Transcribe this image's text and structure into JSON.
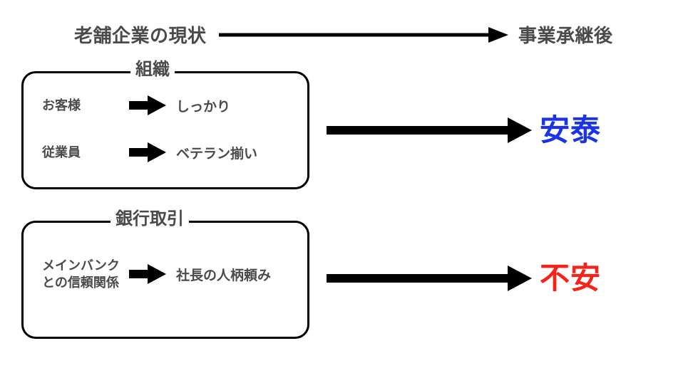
{
  "header": {
    "left_label": "老舗企業の現状",
    "right_label": "事業承継後",
    "arrow_icon": "long-right-arrow-icon"
  },
  "boxes": [
    {
      "id": "organization",
      "title": "組織",
      "rows": [
        {
          "from": "お客様",
          "arrow_icon": "right-arrow-icon",
          "to": "しっかり"
        },
        {
          "from": "従業員",
          "arrow_icon": "right-arrow-icon",
          "to": "ベテラン揃い"
        }
      ]
    },
    {
      "id": "bank-transactions",
      "title": "銀行取引",
      "rows": [
        {
          "from_line1": "メインバンク",
          "from_line2": "との信頼関係",
          "arrow_icon": "right-arrow-icon",
          "to": "社長の人柄頼み"
        }
      ]
    }
  ],
  "results": [
    {
      "id": "stable",
      "arrow_icon": "thick-right-arrow-icon",
      "label": "安泰",
      "color": "#1b33e6"
    },
    {
      "id": "anxiety",
      "arrow_icon": "thick-right-arrow-icon",
      "label": "不安",
      "color": "#f62318"
    }
  ],
  "colors": {
    "text": "#4a4a4a",
    "line": "#000000",
    "background": "#ffffff",
    "blue": "#1b33e6",
    "red": "#f62318"
  }
}
